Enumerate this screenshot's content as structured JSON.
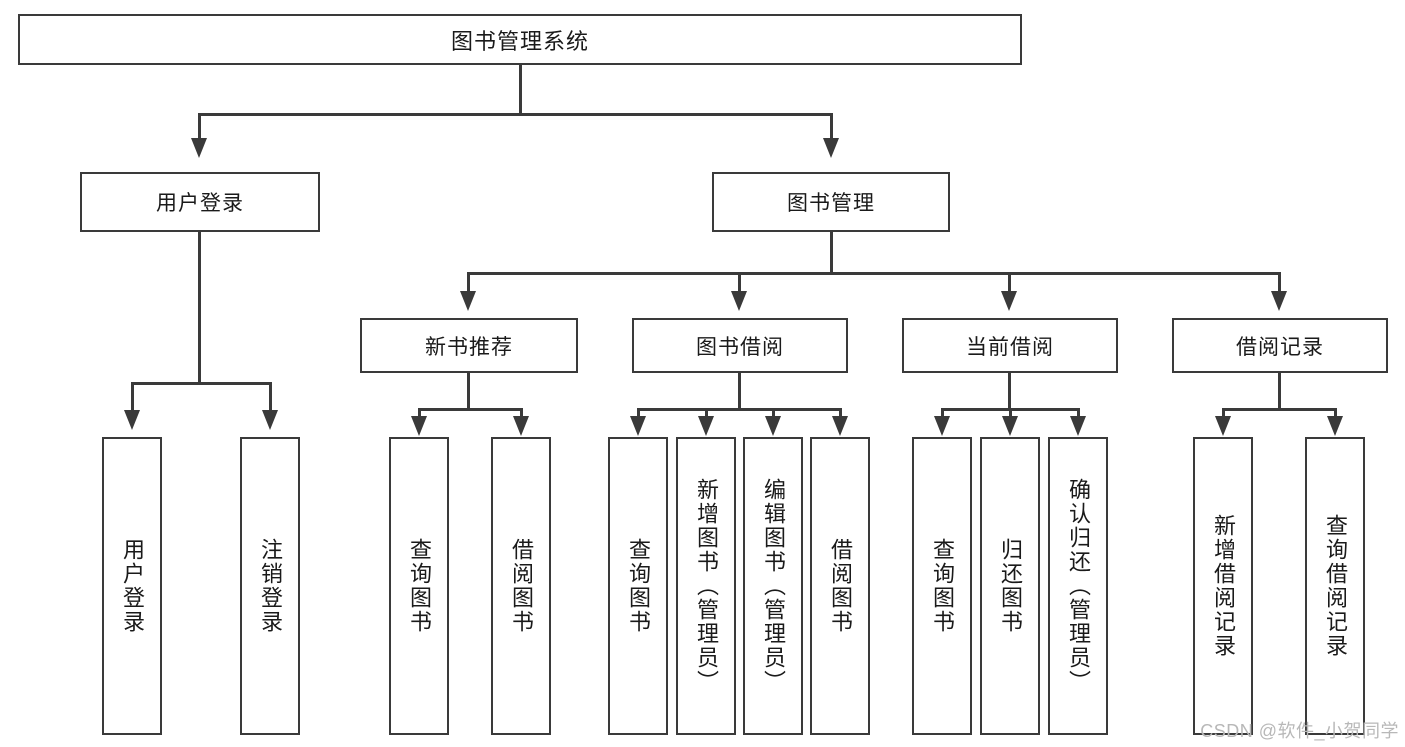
{
  "diagram": {
    "title": "图书管理系统",
    "root": {
      "label": "图书管理系统"
    },
    "level1": [
      {
        "label": "用户登录"
      },
      {
        "label": "图书管理"
      }
    ],
    "level2": [
      {
        "label": "新书推荐"
      },
      {
        "label": "图书借阅"
      },
      {
        "label": "当前借阅"
      },
      {
        "label": "借阅记录"
      }
    ],
    "leaves": {
      "user_login": [
        {
          "label": "用户登录"
        },
        {
          "label": "注销登录"
        }
      ],
      "new_book_recommend": [
        {
          "label": "查询图书"
        },
        {
          "label": "借阅图书"
        }
      ],
      "book_borrow": [
        {
          "label": "查询图书"
        },
        {
          "label": "新增图书（管理员）"
        },
        {
          "label": "编辑图书（管理员）"
        },
        {
          "label": "借阅图书"
        }
      ],
      "current_borrow": [
        {
          "label": "查询图书"
        },
        {
          "label": "归还图书"
        },
        {
          "label": "确认归还（管理员）"
        }
      ],
      "borrow_record": [
        {
          "label": "新增借阅记录"
        },
        {
          "label": "查询借阅记录"
        }
      ]
    }
  },
  "watermark": {
    "text": "CSDN @软件_小贺同学"
  },
  "colors": {
    "stroke": "#3a3a3a",
    "text": "#1a1a1a",
    "background": "#ffffff",
    "watermark": "#b8b8b8"
  }
}
